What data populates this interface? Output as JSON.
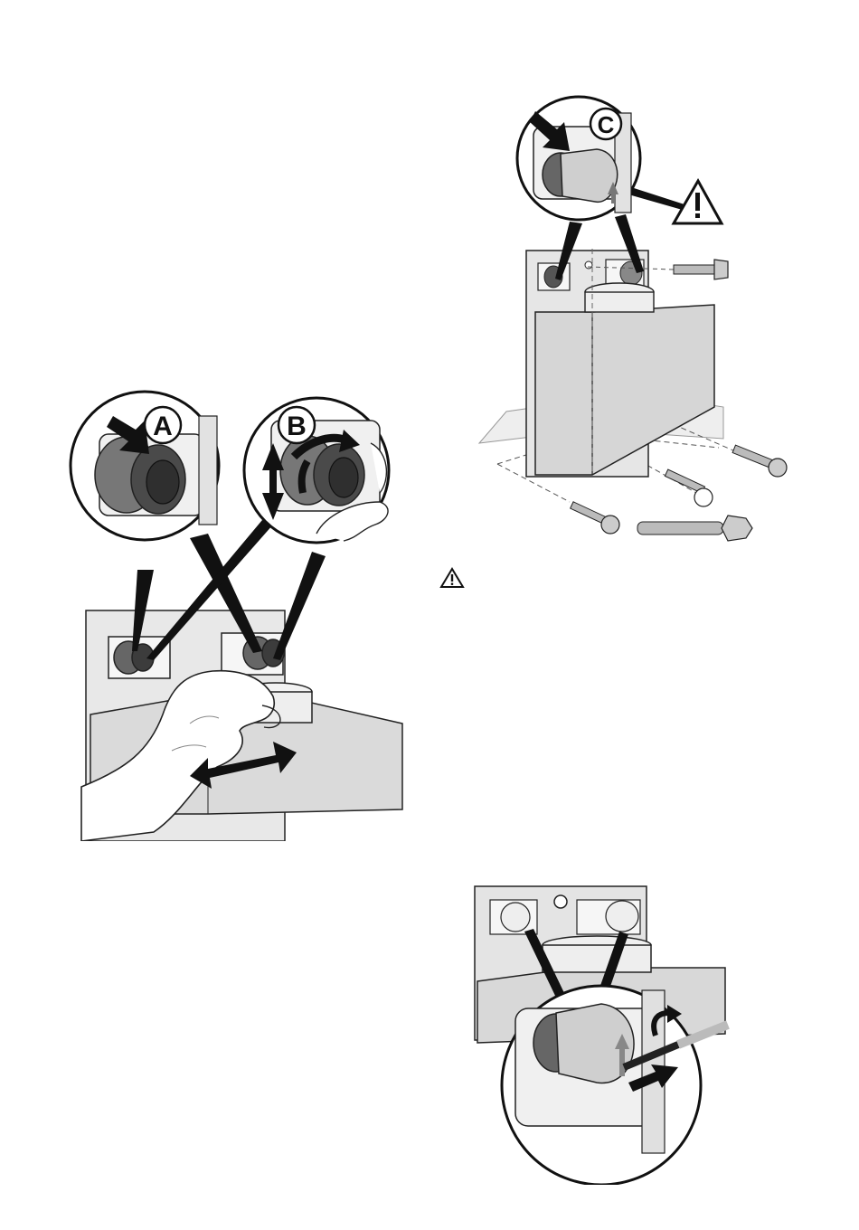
{
  "figures": {
    "left": {
      "labels": {
        "a": "A",
        "b": "B"
      }
    },
    "right_top": {
      "labels": {
        "c": "C"
      }
    },
    "right_bottom": {}
  },
  "colors": {
    "line": "#222222",
    "wall_panel": "#e7e7e7",
    "hood_box": "#d9d9d9",
    "connector_dark": "#555555",
    "callout_bg": "#ffffff"
  },
  "icons": [
    "arrow-icon",
    "double-arrow-icon",
    "rotate-arrow-icon",
    "warning-icon",
    "screw-icon",
    "hand-icon"
  ]
}
